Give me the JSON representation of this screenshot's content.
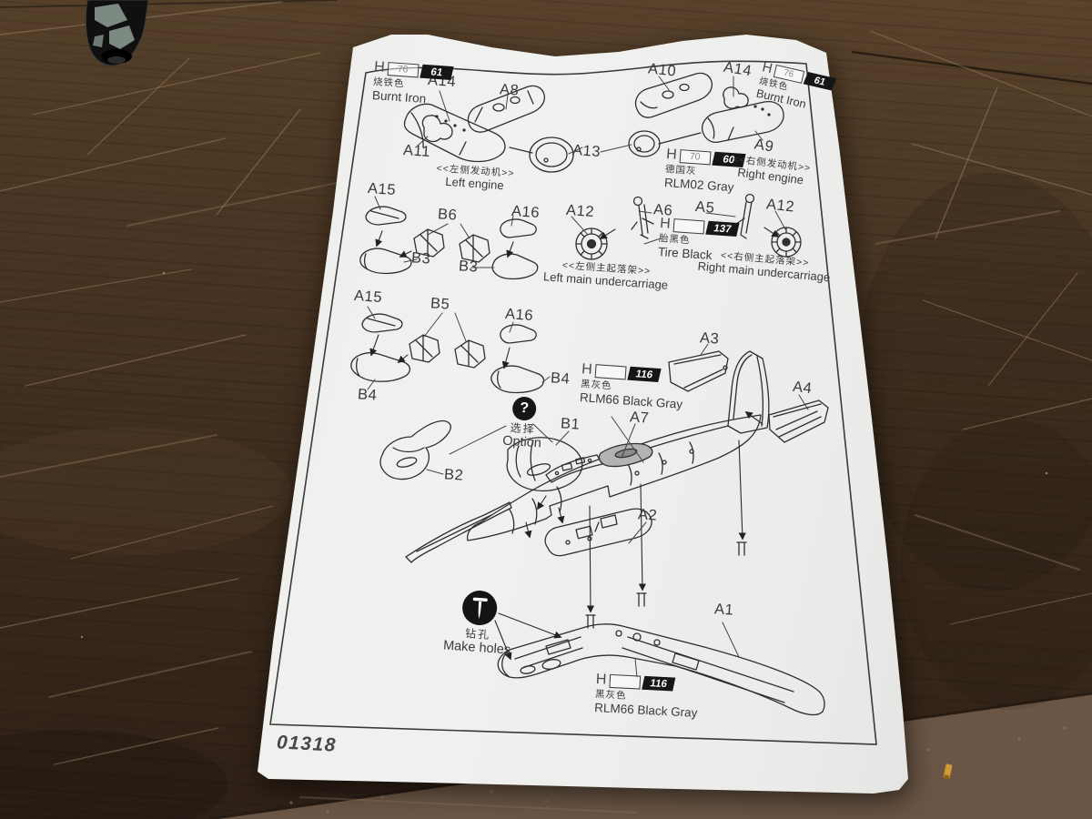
{
  "photo": {
    "kit_number": "01318"
  },
  "colors": {
    "paper": "#efefed",
    "print_ink": "#2f2f2f",
    "callout_black_box": "#161616",
    "wood_dark": "#3e2d1e",
    "wood_light_plank": "#6b5645"
  },
  "part_labels": [
    "A14",
    "A8",
    "A10",
    "A14",
    "A11",
    "A13",
    "A9",
    "A15",
    "B6",
    "A16",
    "A12",
    "A6",
    "A5",
    "A12",
    "B3",
    "B3",
    "A15",
    "B5",
    "A16",
    "B4",
    "B4",
    "A3",
    "B1",
    "A7",
    "A4",
    "B2",
    "A2",
    "A1"
  ],
  "paint_callouts": [
    {
      "prefix": "H",
      "aqueous": "76",
      "mr_color": "61",
      "cn": "烧铁色",
      "en": "Burnt Iron"
    },
    {
      "prefix": "H",
      "aqueous": "76",
      "mr_color": "61",
      "cn": "烧铁色",
      "en": "Burnt Iron"
    },
    {
      "prefix": "H",
      "aqueous": "70",
      "mr_color": "60",
      "cn": "德国灰",
      "en": "RLM02 Gray"
    },
    {
      "prefix": "H",
      "aqueous": "",
      "mr_color": "137",
      "cn": "胎黑色",
      "en": "Tire Black"
    },
    {
      "prefix": "H",
      "aqueous": "",
      "mr_color": "116",
      "cn": "黑灰色",
      "en": "RLM66 Black Gray"
    },
    {
      "prefix": "H",
      "aqueous": "",
      "mr_color": "116",
      "cn": "黑灰色",
      "en": "RLM66 Black Gray"
    }
  ],
  "captions": [
    {
      "cn": "<<左侧发动机>>",
      "en": "Left engine"
    },
    {
      "cn": "<<右侧发动机>>",
      "en": "Right engine"
    },
    {
      "cn": "<<左侧主起落架>>",
      "en": "Left main undercarriage"
    },
    {
      "cn": "<<右侧主起落架>>",
      "en": "Right main undercarriage"
    }
  ],
  "badges": {
    "option": {
      "symbol": "?",
      "cn": "选择",
      "en": "Option"
    },
    "make_holes": {
      "cn": "钻孔",
      "en": "Make holes"
    }
  }
}
